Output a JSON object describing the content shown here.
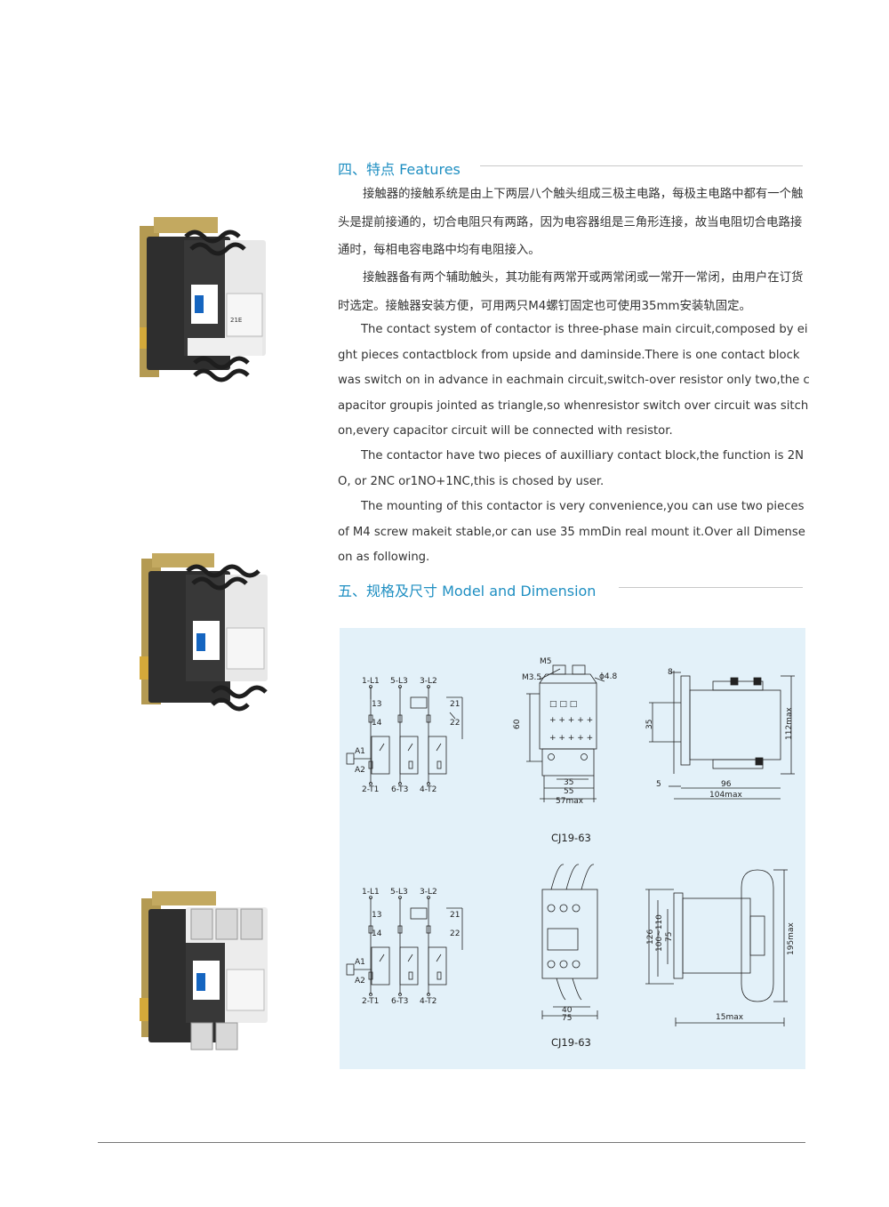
{
  "features": {
    "heading": "四、特点 Features",
    "cn_para1": "接触器的接触系统是由上下两层八个触头组成三极主电路，每极主电路中都有一个触头是提前接通的，切合电阻只有两路，因为电容器组是三角形连接，故当电阻切合电路接通时，每相电容电路中均有电阻接入。",
    "cn_para2": "接触器备有两个辅助触头，其功能有两常开或两常闭或一常开一常闭，由用户在订货时选定。接触器安装方便，可用两只M4螺钉固定也可使用35mm安装轨固定。",
    "en_para1": "The contact system of contactor is three-phase main circuit,composed by eight pieces contactblock from upside and daminside.There is one contact block was switch on in advance in eachmain circuit,switch-over resistor only two,the capacitor groupis jointed as triangle,so whenresistor switch over circuit was sitchon,every capacitor circuit will be connected with resistor.",
    "en_para2": "The contactor have two pieces of auxilliary contact block,the function is 2NO, or 2NC or1NO+1NC,this is chosed by user.",
    "en_para3": "The mounting of this contactor is very convenience,you can use two pieces of M4 screw makeit stable,or can use 35 mmDin real mount it.Over all Dimenseon as following."
  },
  "dimension": {
    "heading": "五、规格及尺寸 Model and Dimension",
    "caption_top": "CJ19-63",
    "caption_bottom": "CJ19-63"
  },
  "product_labels": {
    "model_tag": "21E"
  },
  "schematic": {
    "l1": "1-L1",
    "l3": "5-L3",
    "l2": "3-L2",
    "c13": "13",
    "c14": "14",
    "c21": "21",
    "c22": "22",
    "a1": "A1",
    "a2": "A2",
    "t1": "2-T1",
    "t3": "6-T3",
    "t2": "4-T2"
  },
  "front_top": {
    "m5": "M5",
    "m35": "M3.5",
    "phi": "ϕ4.8",
    "h60": "60",
    "w35": "35",
    "w55": "55",
    "w57": "57max"
  },
  "side_top": {
    "d8": "8",
    "d35": "35",
    "d112": "112max",
    "d5": "5",
    "d96": "96",
    "d104": "104max"
  },
  "front_bottom": {
    "w40": "40",
    "w75": "75"
  },
  "side_bottom": {
    "d126": "126",
    "d100": "100~110",
    "d75": "75",
    "d195": "195max",
    "d15": "15max"
  },
  "colors": {
    "accent": "#1f8fc2",
    "panel": "#e3f1f9"
  }
}
